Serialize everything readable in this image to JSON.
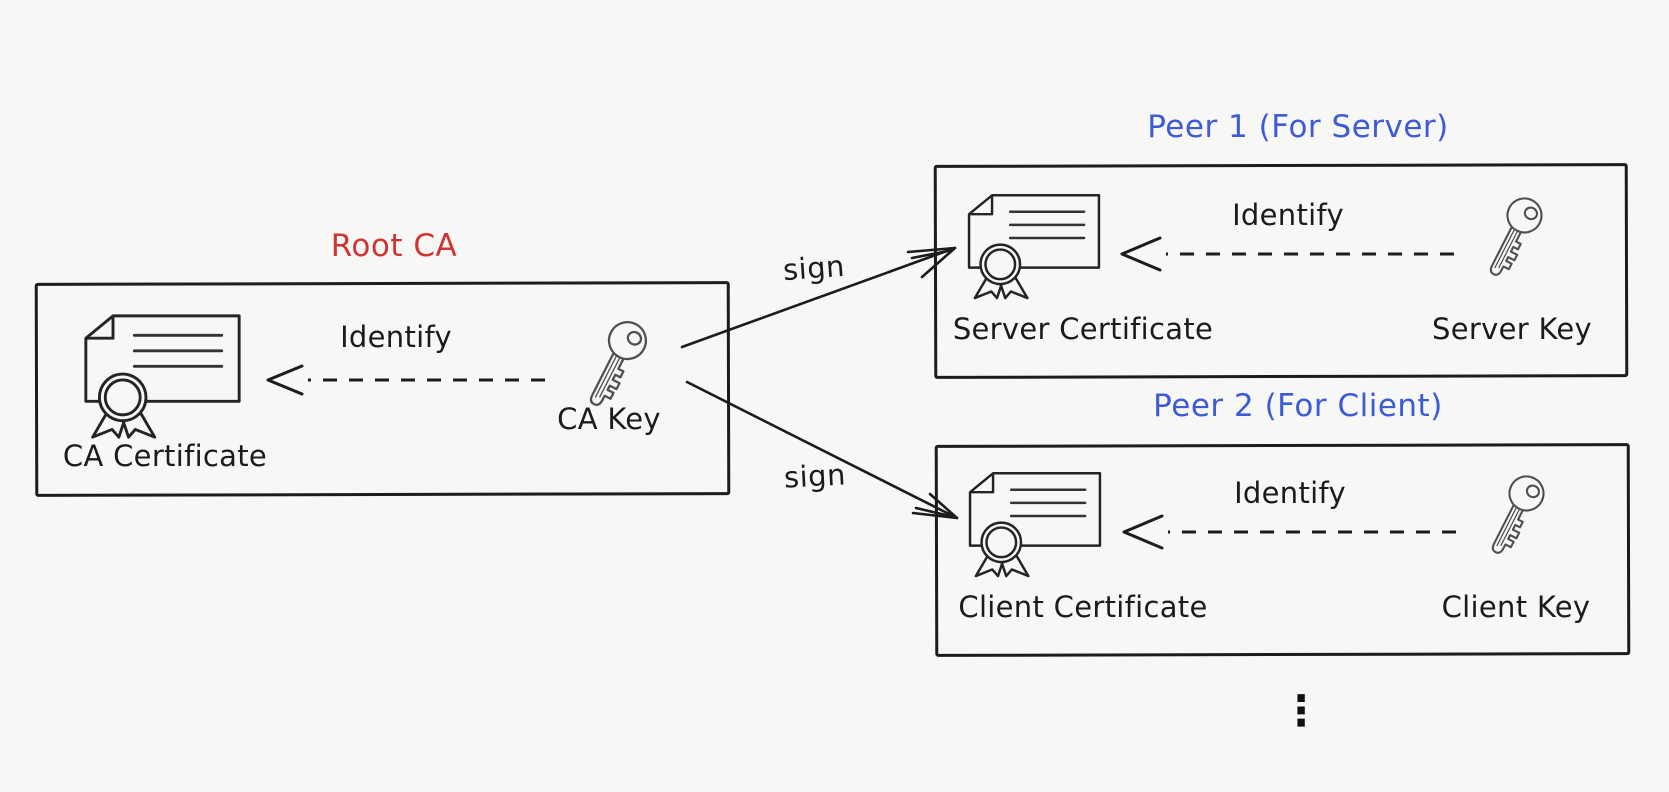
{
  "colors": {
    "background": "#f7f7f5",
    "stroke": "#1c1c1c",
    "root_title": "#cf3434",
    "peer_title": "#3d5bd6"
  },
  "root_ca": {
    "title": "Root CA",
    "certificate_label": "CA Certificate",
    "identify_label": "Identify",
    "key_label": "CA Key"
  },
  "peer1": {
    "title": "Peer 1 (For Server)",
    "certificate_label": "Server Certificate",
    "identify_label": "Identify",
    "key_label": "Server Key"
  },
  "peer2": {
    "title": "Peer 2 (For Client)",
    "certificate_label": "Client Certificate",
    "identify_label": "Identify",
    "key_label": "Client Key"
  },
  "sign_arrows": {
    "top_label": "sign",
    "bottom_label": "sign"
  },
  "more_indicator": "⋮"
}
